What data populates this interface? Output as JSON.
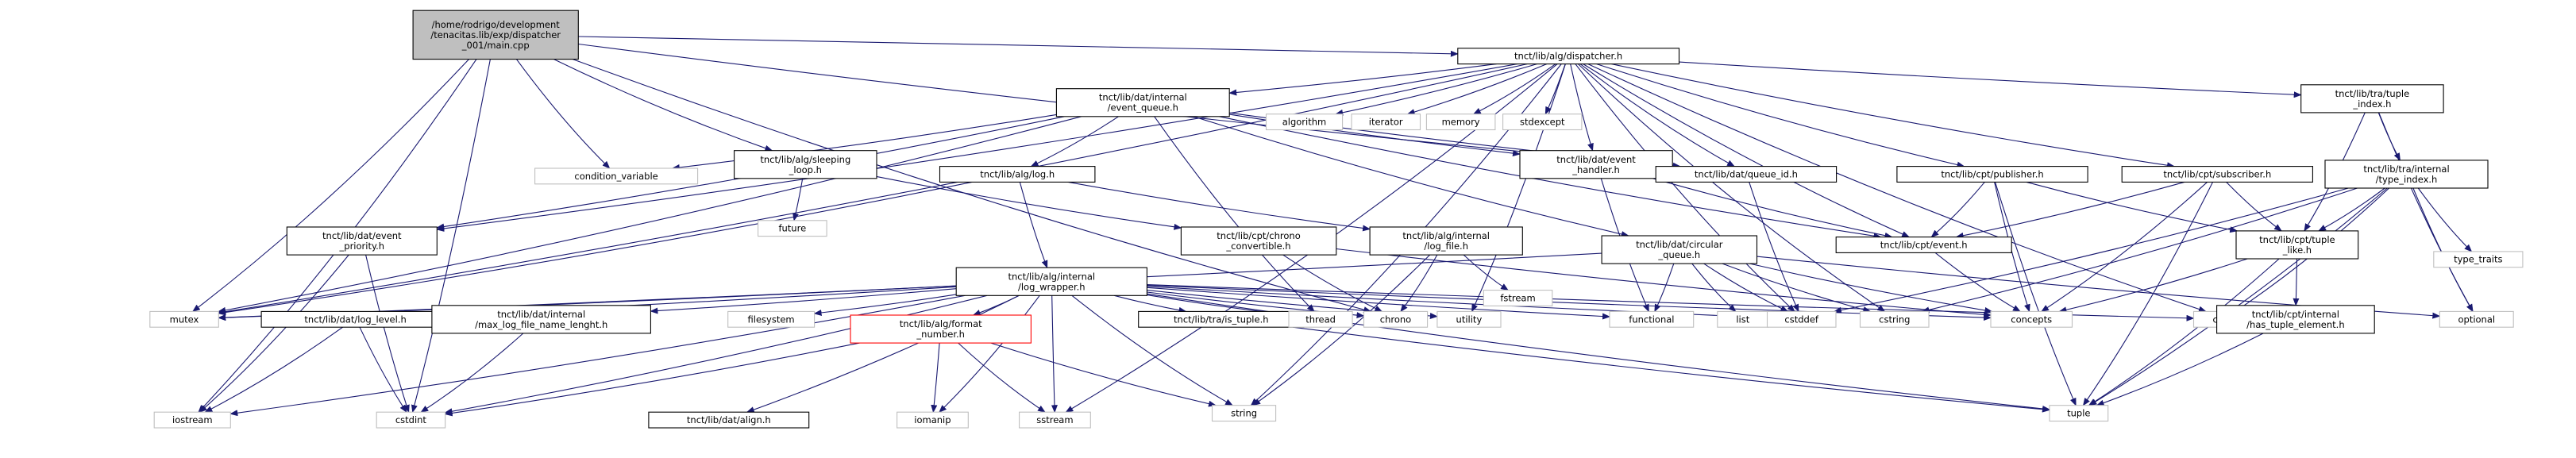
{
  "nodes": [
    {
      "id": "main",
      "label": "/home/rodrigo/development\n/tenacitas.lib/exp/dispatcher\n_001/main.cpp",
      "kind": "root"
    },
    {
      "id": "dispatcher",
      "label": "tnct/lib/alg/dispatcher.h",
      "kind": "project"
    },
    {
      "id": "event_queue",
      "label": "tnct/lib/dat/internal\n/event_queue.h",
      "kind": "project"
    },
    {
      "id": "algorithm",
      "label": "algorithm",
      "kind": "system"
    },
    {
      "id": "iterator",
      "label": "iterator",
      "kind": "system"
    },
    {
      "id": "memory",
      "label": "memory",
      "kind": "system"
    },
    {
      "id": "stdexcept",
      "label": "stdexcept",
      "kind": "system"
    },
    {
      "id": "tuple_index",
      "label": "tnct/lib/tra/tuple\n_index.h",
      "kind": "project"
    },
    {
      "id": "condition_variable",
      "label": "condition_variable",
      "kind": "system"
    },
    {
      "id": "sleeping_loop",
      "label": "tnct/lib/alg/sleeping\n_loop.h",
      "kind": "project"
    },
    {
      "id": "log",
      "label": "tnct/lib/alg/log.h",
      "kind": "project"
    },
    {
      "id": "event_handler",
      "label": "tnct/lib/dat/event\n_handler.h",
      "kind": "project"
    },
    {
      "id": "queue_id",
      "label": "tnct/lib/dat/queue_id.h",
      "kind": "project"
    },
    {
      "id": "publisher",
      "label": "tnct/lib/cpt/publisher.h",
      "kind": "project"
    },
    {
      "id": "subscriber",
      "label": "tnct/lib/cpt/subscriber.h",
      "kind": "project"
    },
    {
      "id": "internal_tuple_index",
      "label": "tnct/lib/tra/internal\n/type_index.h",
      "kind": "project"
    },
    {
      "id": "future",
      "label": "future",
      "kind": "system"
    },
    {
      "id": "event_priority",
      "label": "tnct/lib/dat/event\n_priority.h",
      "kind": "project"
    },
    {
      "id": "chrono_convertible",
      "label": "tnct/lib/cpt/chrono\n_convertible.h",
      "kind": "project"
    },
    {
      "id": "log_file",
      "label": "tnct/lib/alg/internal\n/log_file.h",
      "kind": "project"
    },
    {
      "id": "log_wrapper",
      "label": "tnct/lib/alg/internal\n/log_wrapper.h",
      "kind": "project"
    },
    {
      "id": "circular_queue",
      "label": "tnct/lib/dat/circular\n_queue.h",
      "kind": "project"
    },
    {
      "id": "cpt_event",
      "label": "tnct/lib/cpt/event.h",
      "kind": "project"
    },
    {
      "id": "tuple_like",
      "label": "tnct/lib/cpt/tuple\n_like.h",
      "kind": "project"
    },
    {
      "id": "type_traits",
      "label": "type_traits",
      "kind": "system"
    },
    {
      "id": "mutex",
      "label": "mutex",
      "kind": "system"
    },
    {
      "id": "log_level",
      "label": "tnct/lib/dat/log_level.h",
      "kind": "project"
    },
    {
      "id": "max_log_file",
      "label": "tnct/lib/dat/internal\n/max_log_file_name_lenght.h",
      "kind": "project"
    },
    {
      "id": "filesystem",
      "label": "filesystem",
      "kind": "system"
    },
    {
      "id": "format_number",
      "label": "tnct/lib/alg/format\n_number.h",
      "kind": "highlight"
    },
    {
      "id": "is_tuple",
      "label": "tnct/lib/tra/is_tuple.h",
      "kind": "project"
    },
    {
      "id": "thread",
      "label": "thread",
      "kind": "system"
    },
    {
      "id": "chrono",
      "label": "chrono",
      "kind": "system"
    },
    {
      "id": "utility",
      "label": "utility",
      "kind": "system"
    },
    {
      "id": "fstream",
      "label": "fstream",
      "kind": "system"
    },
    {
      "id": "functional",
      "label": "functional",
      "kind": "system"
    },
    {
      "id": "list",
      "label": "list",
      "kind": "system"
    },
    {
      "id": "cstddef",
      "label": "cstddef",
      "kind": "system"
    },
    {
      "id": "cstring",
      "label": "cstring",
      "kind": "system"
    },
    {
      "id": "concepts",
      "label": "concepts",
      "kind": "system"
    },
    {
      "id": "ctime",
      "label": "ctime",
      "kind": "system"
    },
    {
      "id": "has_tuple_element",
      "label": "tnct/lib/cpt/internal\n/has_tuple_element.h",
      "kind": "project"
    },
    {
      "id": "optional",
      "label": "optional",
      "kind": "system"
    },
    {
      "id": "iostream",
      "label": "iostream",
      "kind": "system"
    },
    {
      "id": "cstdint",
      "label": "cstdint",
      "kind": "system"
    },
    {
      "id": "align",
      "label": "tnct/lib/dat/align.h",
      "kind": "project"
    },
    {
      "id": "iomanip",
      "label": "iomanip",
      "kind": "system"
    },
    {
      "id": "sstream",
      "label": "sstream",
      "kind": "system"
    },
    {
      "id": "string",
      "label": "string",
      "kind": "system"
    },
    {
      "id": "tuple",
      "label": "tuple",
      "kind": "system"
    }
  ],
  "edges": [
    [
      "main",
      "dispatcher"
    ],
    [
      "main",
      "condition_variable"
    ],
    [
      "main",
      "sleeping_loop"
    ],
    [
      "main",
      "queue_id"
    ],
    [
      "main",
      "mutex"
    ],
    [
      "main",
      "iostream"
    ],
    [
      "main",
      "cstdint"
    ],
    [
      "main",
      "chrono"
    ],
    [
      "dispatcher",
      "event_queue"
    ],
    [
      "dispatcher",
      "algorithm"
    ],
    [
      "dispatcher",
      "iterator"
    ],
    [
      "dispatcher",
      "memory"
    ],
    [
      "dispatcher",
      "stdexcept"
    ],
    [
      "dispatcher",
      "tuple_index"
    ],
    [
      "dispatcher",
      "event_priority"
    ],
    [
      "dispatcher",
      "event_handler"
    ],
    [
      "dispatcher",
      "queue_id"
    ],
    [
      "dispatcher",
      "publisher"
    ],
    [
      "dispatcher",
      "subscriber"
    ],
    [
      "dispatcher",
      "cpt_event"
    ],
    [
      "dispatcher",
      "mutex"
    ],
    [
      "dispatcher",
      "utility"
    ],
    [
      "dispatcher",
      "cstddef"
    ],
    [
      "dispatcher",
      "cstring"
    ],
    [
      "dispatcher",
      "ctime"
    ],
    [
      "dispatcher",
      "string"
    ],
    [
      "dispatcher",
      "sstream"
    ],
    [
      "event_queue",
      "condition_variable"
    ],
    [
      "event_queue",
      "log"
    ],
    [
      "event_queue",
      "event_priority"
    ],
    [
      "event_queue",
      "event_handler"
    ],
    [
      "event_queue",
      "queue_id"
    ],
    [
      "event_queue",
      "circular_queue"
    ],
    [
      "event_queue",
      "cpt_event"
    ],
    [
      "event_queue",
      "mutex"
    ],
    [
      "event_queue",
      "thread"
    ],
    [
      "sleeping_loop",
      "chrono_convertible"
    ],
    [
      "sleeping_loop",
      "future"
    ],
    [
      "log",
      "log_wrapper"
    ],
    [
      "log",
      "log_file"
    ],
    [
      "log",
      "mutex"
    ],
    [
      "event_handler",
      "functional"
    ],
    [
      "event_handler",
      "cpt_event"
    ],
    [
      "queue_id",
      "cstddef"
    ],
    [
      "publisher",
      "cpt_event"
    ],
    [
      "publisher",
      "tuple_like"
    ],
    [
      "publisher",
      "concepts"
    ],
    [
      "publisher",
      "tuple"
    ],
    [
      "subscriber",
      "cpt_event"
    ],
    [
      "subscriber",
      "tuple_like"
    ],
    [
      "subscriber",
      "concepts"
    ],
    [
      "subscriber",
      "tuple"
    ],
    [
      "tuple_index",
      "internal_tuple_index"
    ],
    [
      "tuple_index",
      "tuple_like"
    ],
    [
      "tuple_index",
      "optional"
    ],
    [
      "internal_tuple_index",
      "tuple_like"
    ],
    [
      "internal_tuple_index",
      "type_traits"
    ],
    [
      "internal_tuple_index",
      "cstddef"
    ],
    [
      "internal_tuple_index",
      "optional"
    ],
    [
      "internal_tuple_index",
      "tuple"
    ],
    [
      "internal_tuple_index",
      "cstring"
    ],
    [
      "internal_tuple_index",
      "ctime"
    ],
    [
      "event_priority",
      "iostream"
    ],
    [
      "event_priority",
      "cstdint"
    ],
    [
      "chrono_convertible",
      "chrono"
    ],
    [
      "chrono_convertible",
      "concepts"
    ],
    [
      "log_file",
      "chrono"
    ],
    [
      "log_file",
      "fstream"
    ],
    [
      "log_file",
      "string"
    ],
    [
      "log_wrapper",
      "mutex"
    ],
    [
      "log_wrapper",
      "log_level"
    ],
    [
      "log_wrapper",
      "max_log_file"
    ],
    [
      "log_wrapper",
      "filesystem"
    ],
    [
      "log_wrapper",
      "format_number"
    ],
    [
      "log_wrapper",
      "is_tuple"
    ],
    [
      "log_wrapper",
      "thread"
    ],
    [
      "log_wrapper",
      "chrono"
    ],
    [
      "log_wrapper",
      "utility"
    ],
    [
      "log_wrapper",
      "align"
    ],
    [
      "log_wrapper",
      "iomanip"
    ],
    [
      "log_wrapper",
      "sstream"
    ],
    [
      "log_wrapper",
      "string"
    ],
    [
      "log_wrapper",
      "tuple"
    ],
    [
      "log_wrapper",
      "functional"
    ],
    [
      "log_wrapper",
      "ctime"
    ],
    [
      "log_wrapper",
      "cstdint"
    ],
    [
      "log_wrapper",
      "iostream"
    ],
    [
      "log_wrapper",
      "cstddef"
    ],
    [
      "log_wrapper",
      "concepts"
    ],
    [
      "circular_queue",
      "functional"
    ],
    [
      "circular_queue",
      "list"
    ],
    [
      "circular_queue",
      "cstddef"
    ],
    [
      "circular_queue",
      "concepts"
    ],
    [
      "circular_queue",
      "cstring"
    ],
    [
      "circular_queue",
      "optional"
    ],
    [
      "circular_queue",
      "mutex"
    ],
    [
      "cpt_event",
      "concepts"
    ],
    [
      "tuple_like",
      "concepts"
    ],
    [
      "tuple_like",
      "has_tuple_element"
    ],
    [
      "tuple_like",
      "tuple"
    ],
    [
      "has_tuple_element",
      "tuple"
    ],
    [
      "log_level",
      "iostream"
    ],
    [
      "log_level",
      "cstdint"
    ],
    [
      "max_log_file",
      "cstdint"
    ],
    [
      "format_number",
      "cstdint"
    ],
    [
      "format_number",
      "iomanip"
    ],
    [
      "format_number",
      "sstream"
    ],
    [
      "format_number",
      "string"
    ],
    [
      "is_tuple",
      "tuple"
    ]
  ]
}
